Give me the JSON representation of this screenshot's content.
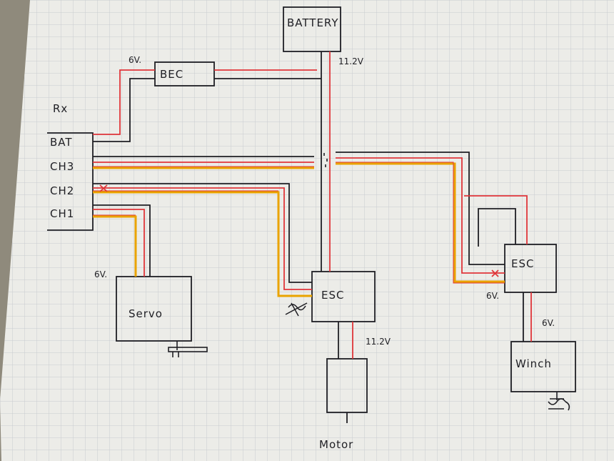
{
  "labels": {
    "battery": "BATTERY",
    "bec": "BEC",
    "bec_voltage": "6V.",
    "battery_voltage": "11.2V",
    "rx": "Rx",
    "bat": "BAT",
    "ch3": "CH3",
    "ch2": "CH2",
    "ch1": "CH1",
    "servo_voltage": "6V.",
    "servo": "Servo",
    "esc_main": "ESC",
    "esc_right": "ESC",
    "esc_right_voltage": "6V.",
    "winch_voltage": "6V.",
    "winch": "Winch",
    "motor_voltage": "11.2V",
    "motor": "Motor"
  },
  "colors": {
    "paper": "#ecece8",
    "grid": "#c9cbcf",
    "ink": "#1f1f24",
    "red_wire": "#e0363a",
    "yellow_wire": "#eaa300",
    "table": "#8f8a7c"
  }
}
